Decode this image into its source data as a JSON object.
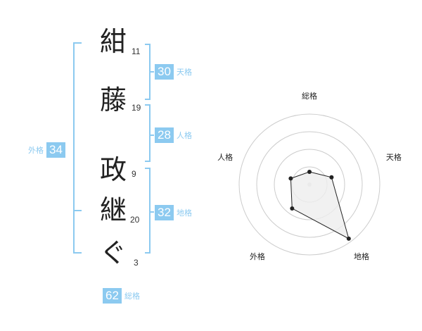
{
  "name": {
    "characters": [
      {
        "char": "紺",
        "strokes": "11"
      },
      {
        "char": "藤",
        "strokes": "19"
      },
      {
        "char": "政",
        "strokes": "9"
      },
      {
        "char": "継",
        "strokes": "20"
      },
      {
        "char": "ぐ",
        "strokes": "3"
      }
    ]
  },
  "fortunes": {
    "tenkaku": {
      "value": "30",
      "label": "天格"
    },
    "jinkaku": {
      "value": "28",
      "label": "人格"
    },
    "chikaku": {
      "value": "32",
      "label": "地格"
    },
    "gaikaku": {
      "value": "34",
      "label": "外格"
    },
    "soukaku": {
      "value": "62",
      "label": "総格"
    }
  },
  "radar": {
    "axes": [
      "総格",
      "天格",
      "地格",
      "外格",
      "人格"
    ],
    "values": [
      0.18,
      0.33,
      0.95,
      0.42,
      0.28
    ],
    "colors": {
      "ring": "#cccccc",
      "fill": "#eeeeee",
      "line": "#222222",
      "accent": "#8ccaf0"
    }
  }
}
